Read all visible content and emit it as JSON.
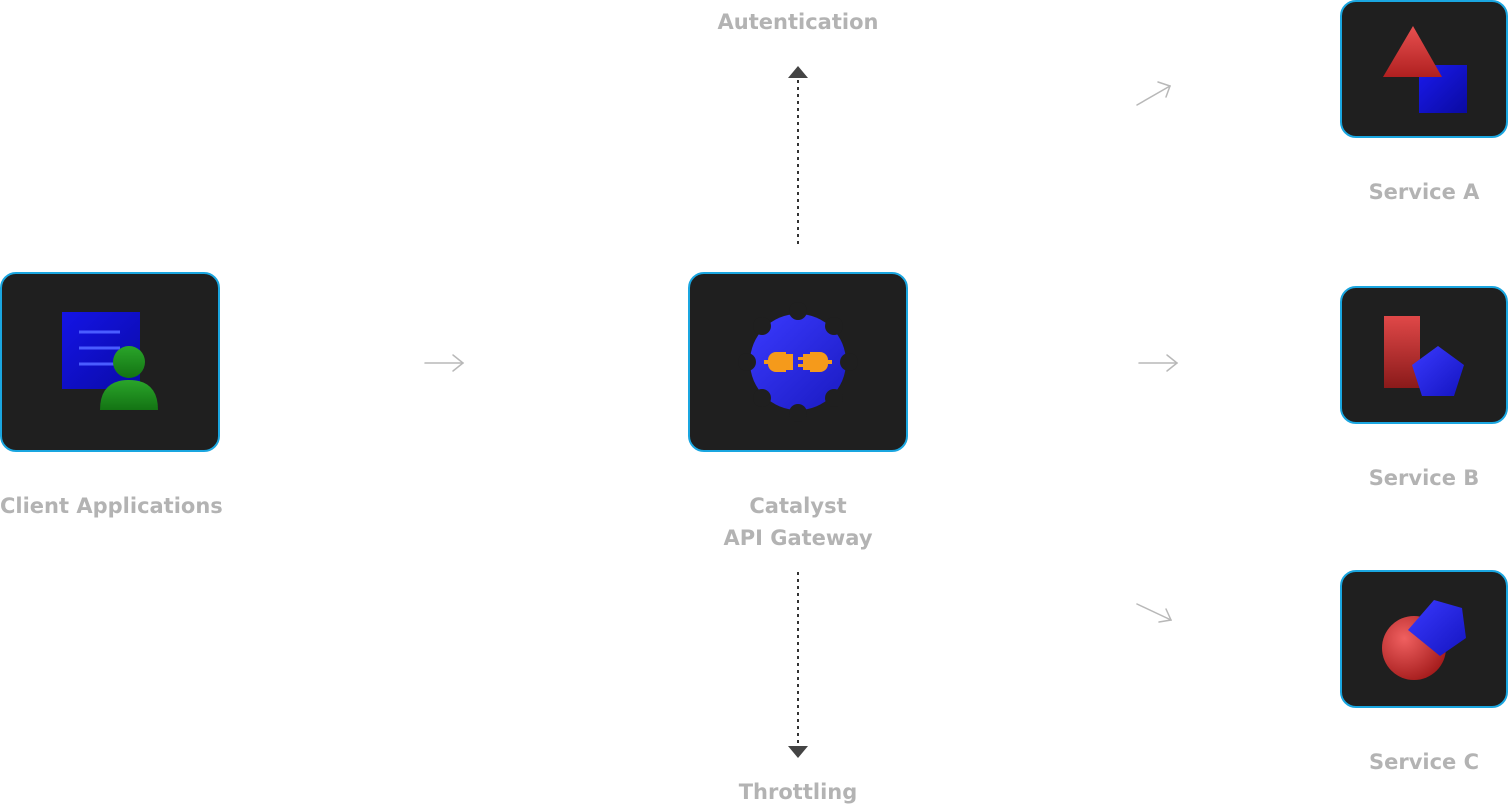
{
  "nodes": {
    "client": {
      "label": "Client Applications"
    },
    "gateway": {
      "label_line1": "Catalyst",
      "label_line2": "API Gateway"
    },
    "service_a": {
      "label": "Service A"
    },
    "service_b": {
      "label": "Service B"
    },
    "service_c": {
      "label": "Service C"
    }
  },
  "edges": {
    "authentication": {
      "label": "Autentication"
    },
    "throttling": {
      "label": "Throttling"
    }
  },
  "colors": {
    "card_bg": "#1f1f1f",
    "card_border": "#1aa6e0",
    "label": "#b3b3b3",
    "arrow": "#b8b8b8",
    "dotted_arrow": "#333333"
  },
  "icons": {
    "client": "client-applications-icon",
    "gateway": "api-gateway-gear-plug-icon",
    "service_a": "triangle-square-icon",
    "service_b": "rectangle-pentagon-icon",
    "service_c": "circle-pentagon-icon"
  }
}
